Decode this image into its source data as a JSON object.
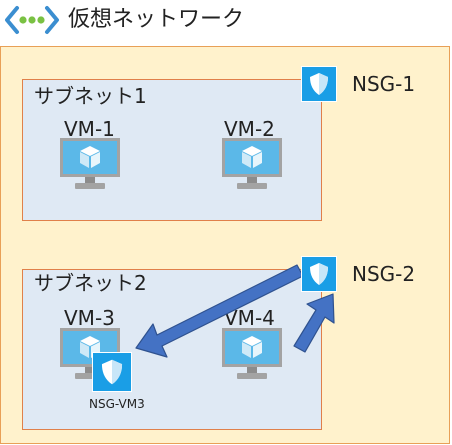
{
  "vnet": {
    "title": "仮想ネットワーク",
    "icon": "vnet-icon"
  },
  "subnets": [
    {
      "label": "サブネット1"
    },
    {
      "label": "サブネット2"
    }
  ],
  "vms": [
    {
      "label": "VM-1",
      "icon": "monitor-icon"
    },
    {
      "label": "VM-2",
      "icon": "monitor-icon"
    },
    {
      "label": "VM-3",
      "icon": "monitor-icon"
    },
    {
      "label": "VM-4",
      "icon": "monitor-icon"
    }
  ],
  "nsgs": [
    {
      "label": "NSG-1",
      "icon": "shield-icon"
    },
    {
      "label": "NSG-2",
      "icon": "shield-icon"
    },
    {
      "label": "NSG-VM3",
      "icon": "shield-icon"
    }
  ],
  "colors": {
    "vnet_fill": "#fff2cc",
    "vnet_border": "#e8a057",
    "subnet_fill": "#dfe9f4",
    "nsg_blue": "#1a9ee6",
    "arrow_blue": "#4472c4"
  }
}
